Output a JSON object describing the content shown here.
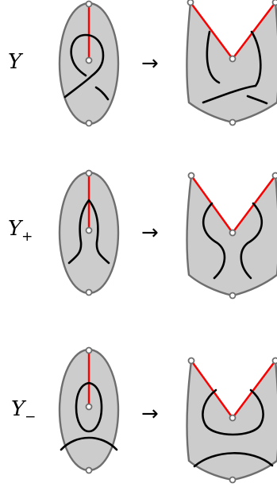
{
  "rows": [
    {
      "label": "Y",
      "subscript": "",
      "arrow": "→"
    },
    {
      "label": "Y",
      "subscript": "+",
      "arrow": "→"
    },
    {
      "label": "Y",
      "subscript": "−",
      "arrow": "→"
    }
  ],
  "colors": {
    "region_fill": "#cccccc",
    "region_stroke": "#6e6e6e",
    "strand": "#000000",
    "cut": "#ff0000"
  }
}
